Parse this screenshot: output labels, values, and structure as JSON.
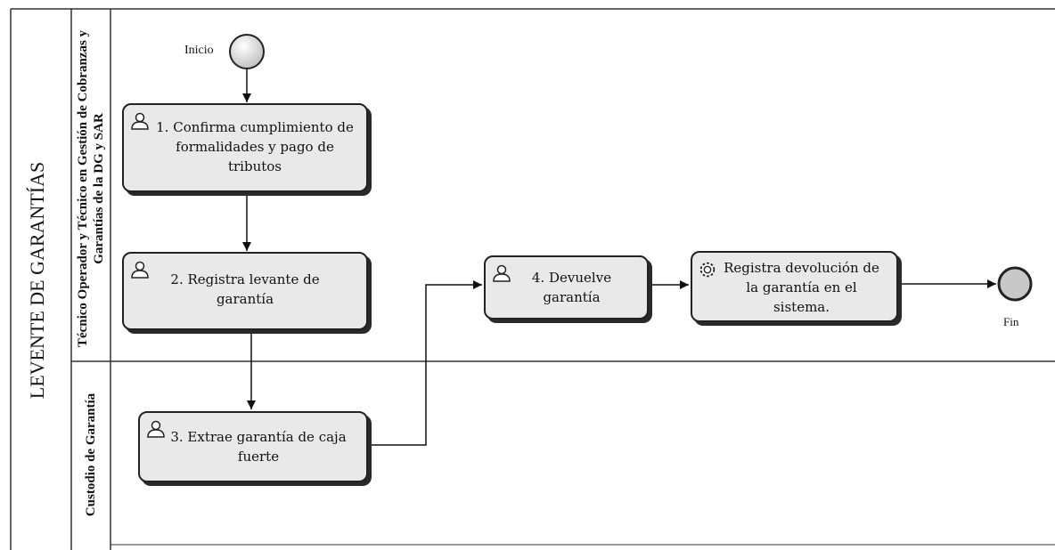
{
  "pool": {
    "title": "LEVENTE DE GARANTÍAS"
  },
  "lanes": [
    {
      "label": "Técnico Operador y Técnico en Gestión de Cobranzas y Garantías de la DG y SAR"
    },
    {
      "label": "Custodio de Garantía"
    }
  ],
  "events": {
    "start": {
      "label": "Inicio",
      "icon": "start-event-circle"
    },
    "end": {
      "label": "Fin",
      "icon": "end-event-circle"
    }
  },
  "tasks": [
    {
      "id": "t1",
      "text": "1. Confirma cumplimiento de formalidades y pago de tributos",
      "icon": "user-icon"
    },
    {
      "id": "t2",
      "text": "2. Registra levante de garantía",
      "icon": "user-icon"
    },
    {
      "id": "t3",
      "text": "3. Extrae garantía de caja fuerte",
      "icon": "user-icon"
    },
    {
      "id": "t4",
      "text": "4. Devuelve garantía",
      "icon": "user-icon"
    },
    {
      "id": "t5",
      "text": "Registra devolución de la garantía en el sistema.",
      "icon": "gear-icon"
    }
  ]
}
